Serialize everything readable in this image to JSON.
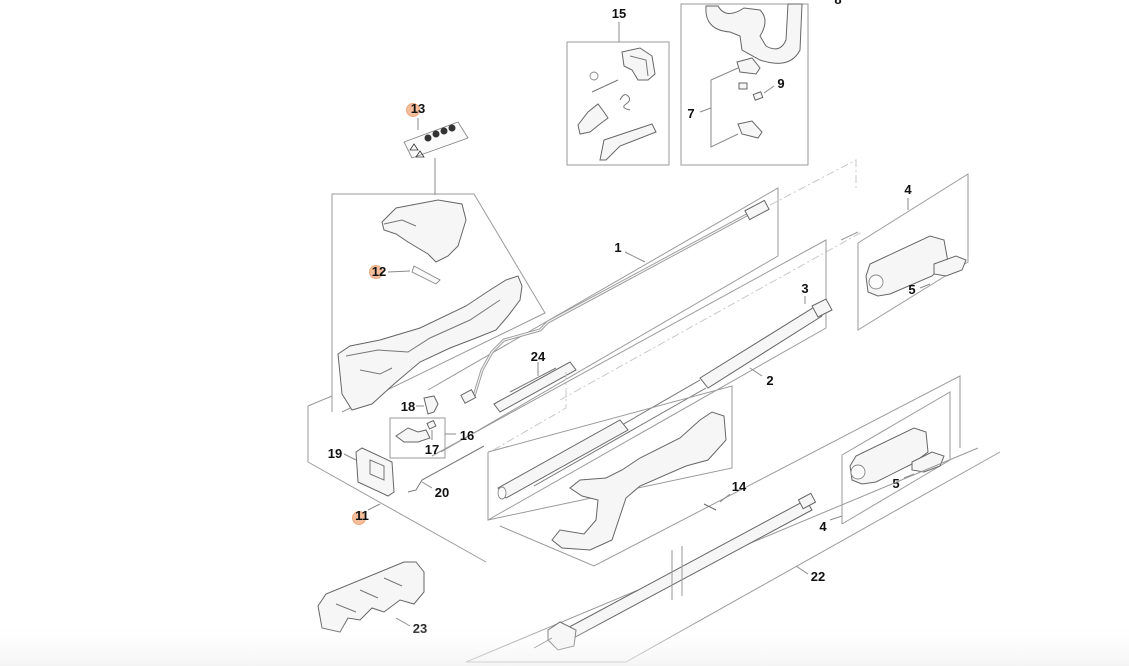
{
  "diagram": {
    "title": "Shaft assembly exploded parts view",
    "highlight_color": "#f3b28a",
    "callouts": [
      {
        "id": "c1",
        "label": "1",
        "part": "cable-assembly",
        "highlighted": false
      },
      {
        "id": "c2",
        "label": "2",
        "part": "shaft-tube",
        "highlighted": false
      },
      {
        "id": "c3",
        "label": "3",
        "part": "drive-shaft",
        "highlighted": false
      },
      {
        "id": "c4a",
        "label": "4",
        "part": "coupling-sleeve-kit-upper",
        "highlighted": false
      },
      {
        "id": "c4b",
        "label": "4",
        "part": "coupling-sleeve-kit-lower",
        "highlighted": false
      },
      {
        "id": "c5a",
        "label": "5",
        "part": "locking-lever-upper",
        "highlighted": false
      },
      {
        "id": "c5b",
        "label": "5",
        "part": "locking-lever-lower",
        "highlighted": false
      },
      {
        "id": "c7",
        "label": "7",
        "part": "handle-clamp-set",
        "highlighted": false
      },
      {
        "id": "c9",
        "label": "9",
        "part": "hex-nut",
        "highlighted": false
      },
      {
        "id": "c11",
        "label": "11",
        "part": "control-handle-assembly",
        "highlighted": true
      },
      {
        "id": "c12",
        "label": "12",
        "part": "slide-insert",
        "highlighted": true
      },
      {
        "id": "c13",
        "label": "13",
        "part": "warning-label-decal",
        "highlighted": true
      },
      {
        "id": "c14",
        "label": "14",
        "part": "screw",
        "highlighted": false
      },
      {
        "id": "c15",
        "label": "15",
        "part": "trigger-lever-kit",
        "highlighted": false
      },
      {
        "id": "c16",
        "label": "16",
        "part": "switch-kit",
        "highlighted": false
      },
      {
        "id": "c17",
        "label": "17",
        "part": "spring",
        "highlighted": false
      },
      {
        "id": "c18",
        "label": "18",
        "part": "interlock-lever",
        "highlighted": false
      },
      {
        "id": "c19",
        "label": "19",
        "part": "electronic-module",
        "highlighted": false
      },
      {
        "id": "c20",
        "label": "20",
        "part": "wire-rod",
        "highlighted": false
      },
      {
        "id": "c22",
        "label": "22",
        "part": "extension-shaft",
        "highlighted": false
      },
      {
        "id": "c23",
        "label": "23",
        "part": "shaft-holder",
        "highlighted": false
      },
      {
        "id": "c24",
        "label": "24",
        "part": "contact-plate",
        "highlighted": false
      }
    ],
    "partial_label_top_right": "8"
  }
}
